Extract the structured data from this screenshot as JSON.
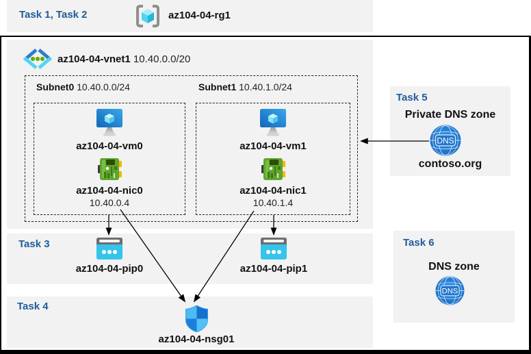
{
  "colors": {
    "task_label": "#1F5C99",
    "panel_bg": "#F2F2F2",
    "border": "#000000",
    "arrow": "#000000",
    "vnet_chevron_dark": "#2E7BD2",
    "vnet_chevron_light": "#54D4F5",
    "vnet_dot_green": "#5DB300",
    "vm_monitor_blue": "#1670C8",
    "nic_green": "#5FA52F",
    "nic_yellow": "#F5B800",
    "pip_cyan": "#35C4EA",
    "pip_gray": "#6E6E6E",
    "nsg_light_blue": "#4FB9F2",
    "nsg_dark_blue": "#1571CE",
    "dns_blue": "#1F7CD4"
  },
  "header": {
    "tasks_label": "Task 1, Task 2",
    "resource_group_name": "az104-04-rg1"
  },
  "vnet": {
    "name": "az104-04-vnet1",
    "cidr": "10.40.0.0/20"
  },
  "subnets": [
    {
      "name": "Subnet0",
      "cidr": "10.40.0.0/24",
      "vm_name": "az104-04-vm0",
      "nic_name": "az104-04-nic0",
      "nic_ip": "10.40.0.4"
    },
    {
      "name": "Subnet1",
      "cidr": "10.40.1.0/24",
      "vm_name": "az104-04-vm1",
      "nic_name": "az104-04-nic1",
      "nic_ip": "10.40.1.4"
    }
  ],
  "task3": {
    "label": "Task 3",
    "pip0_name": "az104-04-pip0",
    "pip1_name": "az104-04-pip1"
  },
  "task4": {
    "label": "Task 4",
    "nsg_name": "az104-04-nsg01"
  },
  "task5": {
    "label": "Task 5",
    "title": "Private DNS zone",
    "zone_name": "contoso.org",
    "dns_badge": "DNS"
  },
  "task6": {
    "label": "Task 6",
    "title": "DNS zone",
    "dns_badge": "DNS"
  },
  "icons": {
    "resource_group": "resource-group-icon",
    "virtual_network": "virtual-network-icon",
    "virtual_machine": "virtual-machine-icon",
    "network_interface": "network-interface-icon",
    "public_ip": "public-ip-icon",
    "network_security_group": "nsg-shield-icon",
    "dns_zone": "dns-globe-icon"
  }
}
